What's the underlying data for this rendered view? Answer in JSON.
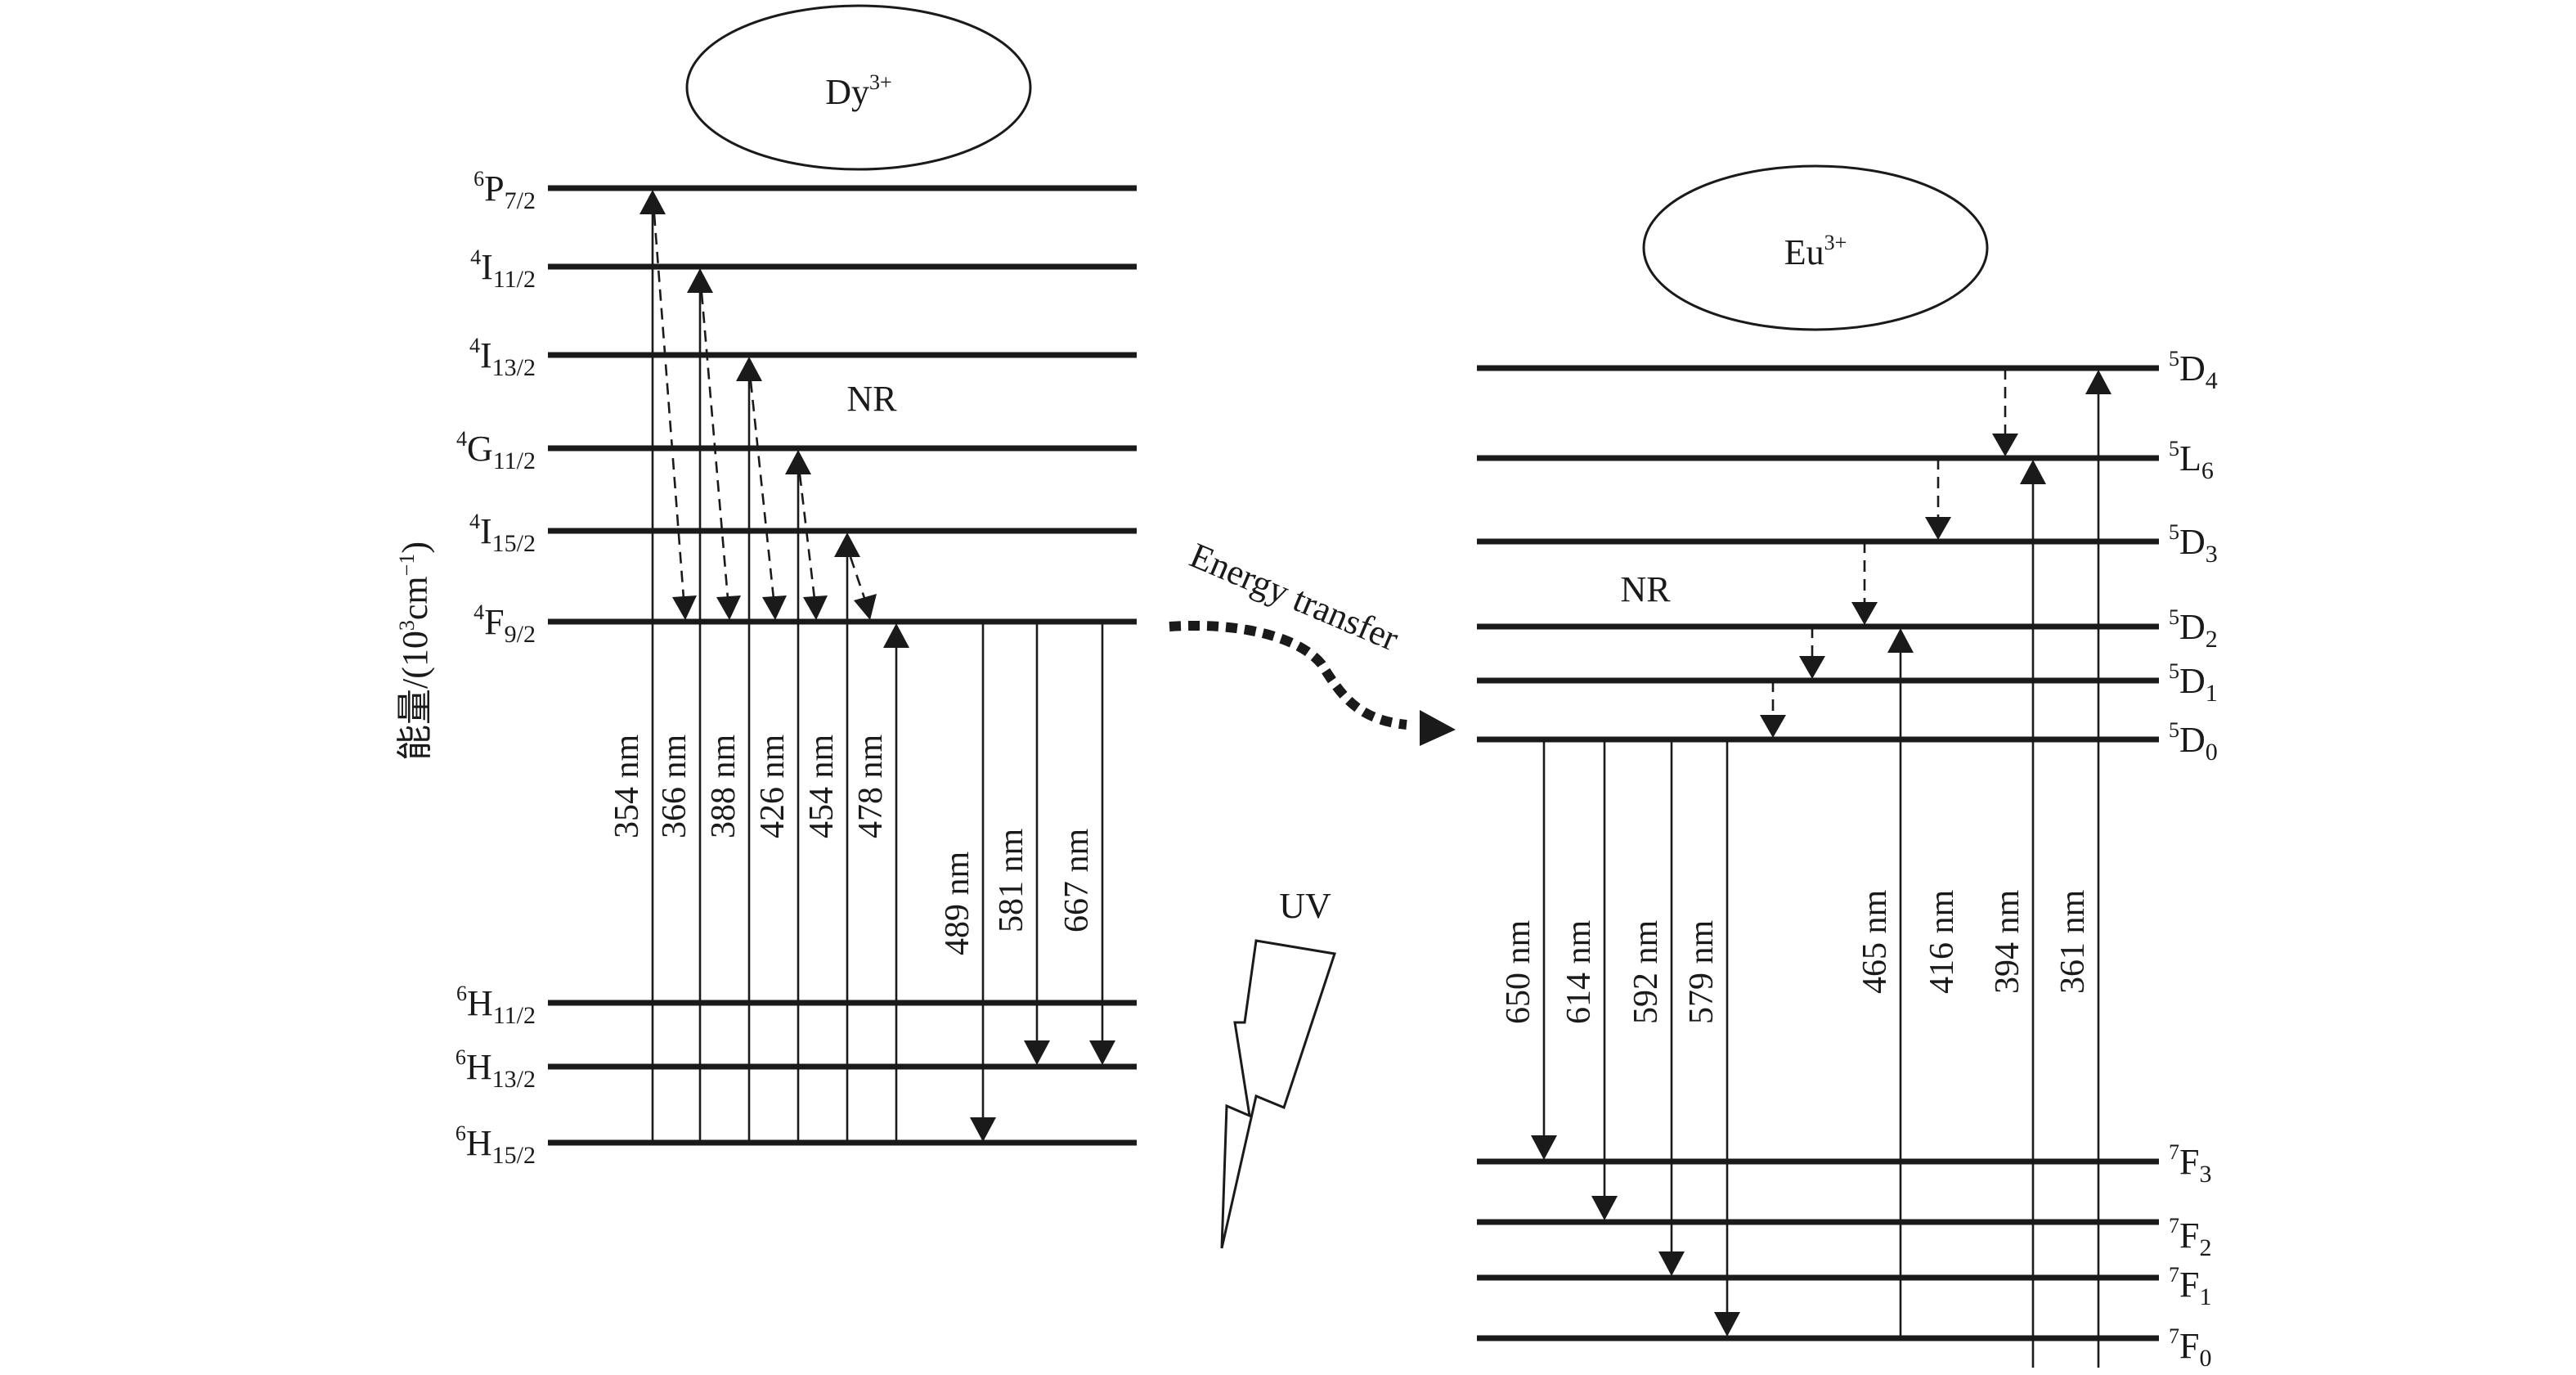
{
  "dy": {
    "ion": "Dy",
    "charge": "3+",
    "levels": [
      {
        "term": "P",
        "mult": "6",
        "j": "7/2"
      },
      {
        "term": "I",
        "mult": "4",
        "j": "11/2"
      },
      {
        "term": "I",
        "mult": "4",
        "j": "13/2"
      },
      {
        "term": "G",
        "mult": "4",
        "j": "11/2"
      },
      {
        "term": "I",
        "mult": "4",
        "j": "15/2"
      },
      {
        "term": "F",
        "mult": "4",
        "j": "9/2"
      },
      {
        "term": "H",
        "mult": "6",
        "j": "11/2"
      },
      {
        "term": "H",
        "mult": "6",
        "j": "13/2"
      },
      {
        "term": "H",
        "mult": "6",
        "j": "15/2"
      }
    ],
    "excitation": [
      "354 nm",
      "366 nm",
      "388 nm",
      "426 nm",
      "454 nm",
      "478 nm"
    ],
    "emission": [
      "489 nm",
      "581 nm",
      "667 nm"
    ],
    "nr": "NR"
  },
  "eu": {
    "ion": "Eu",
    "charge": "3+",
    "levels": [
      {
        "term": "D",
        "mult": "5",
        "j": "4"
      },
      {
        "term": "L",
        "mult": "5",
        "j": "6"
      },
      {
        "term": "D",
        "mult": "5",
        "j": "3"
      },
      {
        "term": "D",
        "mult": "5",
        "j": "2"
      },
      {
        "term": "D",
        "mult": "5",
        "j": "1"
      },
      {
        "term": "D",
        "mult": "5",
        "j": "0"
      },
      {
        "term": "F",
        "mult": "7",
        "j": "3"
      },
      {
        "term": "F",
        "mult": "7",
        "j": "2"
      },
      {
        "term": "F",
        "mult": "7",
        "j": "1"
      },
      {
        "term": "F",
        "mult": "7",
        "j": "0"
      }
    ],
    "emission": [
      "650 nm",
      "614 nm",
      "592 nm",
      "579 nm"
    ],
    "excitation": [
      "465 nm",
      "416 nm",
      "394 nm",
      "361 nm"
    ],
    "nr": "NR"
  },
  "energy_transfer": "Energy transfer",
  "uv": "UV",
  "y_axis": {
    "prefix": "能量/(10",
    "exp1": "3",
    "mid": "cm",
    "exp2": "−1",
    "suffix": ")"
  }
}
